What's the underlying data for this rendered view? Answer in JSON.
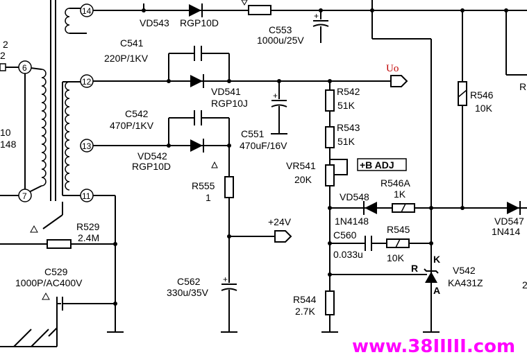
{
  "labels": {
    "pin14": "14",
    "pin12": "12",
    "pin13": "13",
    "pin11": "11",
    "pin6": "6",
    "pin7": "7",
    "left2a": "2",
    "left2b": "2",
    "left10": "10",
    "left148": "148",
    "vd543": "VD543",
    "vd543_part": "RGP10D",
    "c553": "C553",
    "c553_val": "1000u/25V",
    "c541": "C541",
    "c541_val": "220P/1KV",
    "vd541": "VD541",
    "vd541_part": "RGP10J",
    "c551": "C551",
    "c551_val": "470uF/16V",
    "c542": "C542",
    "c542_val": "470P/1KV",
    "vd542": "VD542",
    "vd542_part": "RGP10D",
    "r555": "R555",
    "r555_val": "1",
    "c562": "C562",
    "c562_val": "330u/35V",
    "uo": "Uo",
    "r542": "R542",
    "r542_val": "51K",
    "r543": "R543",
    "r543_val": "51K",
    "vr541": "VR541",
    "vr541_val": "20K",
    "bradj": "+B ADJ",
    "vd548": "VD548",
    "vd548_part": "1N4148",
    "r546a": "R546A",
    "r546a_val": "1K",
    "c560": "C560",
    "c560_val": "0.033u",
    "r545": "R545",
    "r545_val": "10K",
    "plus24": "+24V",
    "r546": "R546",
    "r546_val": "10K",
    "vd547": "VD547",
    "vd547_part": "1N414",
    "v542": "V542",
    "v542_part": "KA431Z",
    "pin_r": "R",
    "pin_k": "K",
    "pin_a": "A",
    "r544": "R544",
    "r544_val": "2.7K",
    "r529": "R529",
    "r529_val": "2.4M",
    "c529": "C529",
    "c529_val": "1000P/AC400V",
    "edge_r": "R",
    "edge_2": "2",
    "watermark": "www.38IIIII.com"
  }
}
